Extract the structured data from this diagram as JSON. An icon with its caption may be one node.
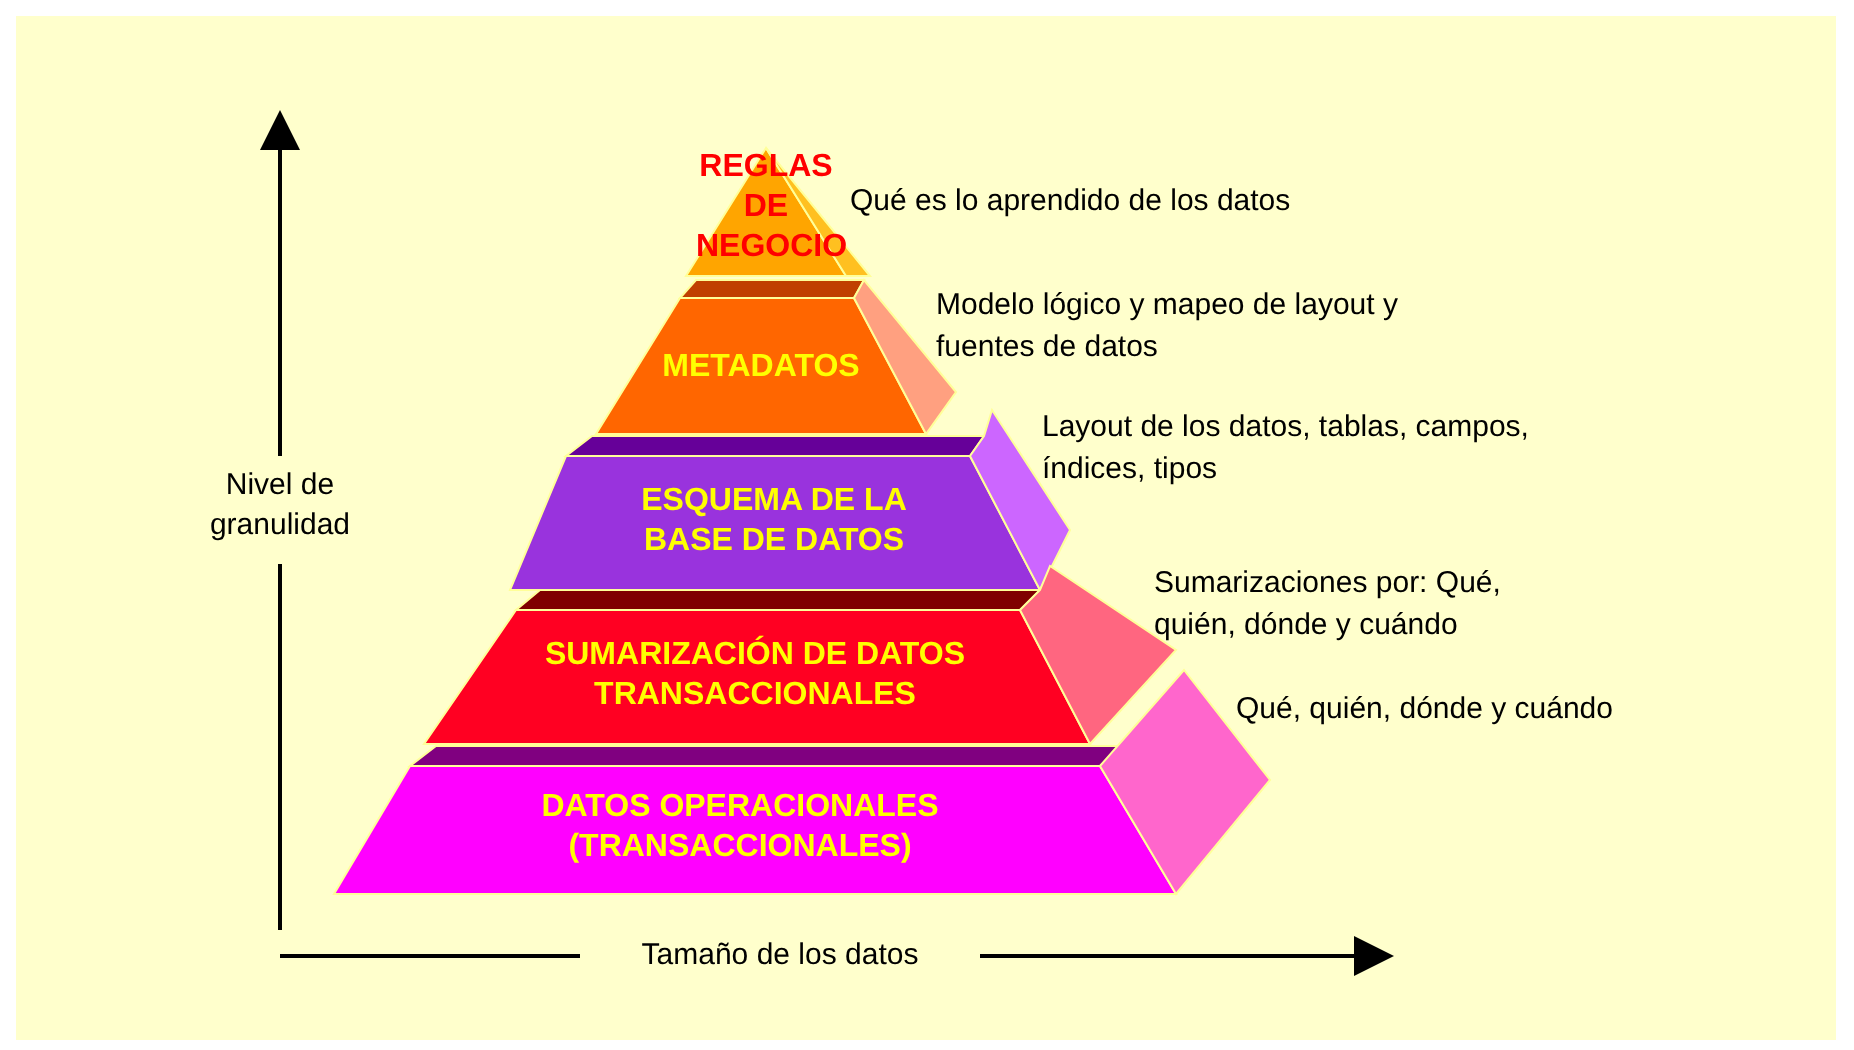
{
  "diagram": {
    "nodes": [
      {
        "text": [
          "REGLAS DE NEGOCIO"
        ],
        "beside": [
          "Qué es lo aprendido de los datos"
        ]
      },
      {
        "text": [
          "METADATOS"
        ],
        "beside": [
          "Modelo lógico y mapeo de layout y fuentes de datos"
        ]
      },
      {
        "text": [
          "ESQUEMA DE LA BASE DE DATOS"
        ],
        "beside": [
          "Layout de los datos, tablas, campos, índices, tipos"
        ]
      },
      {
        "text": [
          "SUMARIZACIÓN DE DATOS TRANSACCIONALES"
        ],
        "beside": [
          "Sumarizaciones por: Qué, quién, dónde y cuándo"
        ]
      },
      {
        "text": [
          "DATOS OPERACIONALES (TRANSACCIONALES)"
        ],
        "beside": [
          "Qué, quién, dónde y cuándo"
        ]
      }
    ],
    "edges": [],
    "labels": [
      "Nivel de granulidad",
      "Tamaño de los datos"
    ]
  }
}
